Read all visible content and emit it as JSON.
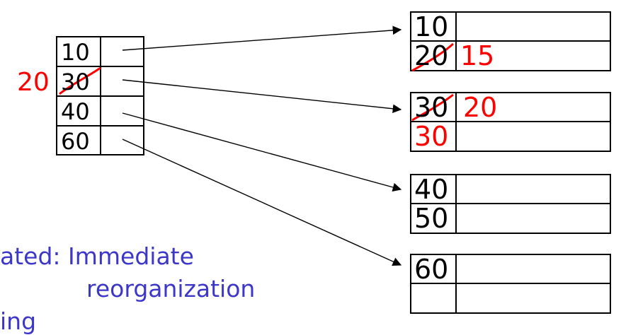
{
  "colors": {
    "ink": "#000000",
    "edit": "#ff0000",
    "caption": "#3c37c8"
  },
  "index": {
    "keys": [
      "10",
      "30",
      "40",
      "60"
    ],
    "replacement_key": "20"
  },
  "blocks": [
    {
      "records": [
        "10",
        "20"
      ],
      "annotations": [
        "15"
      ]
    },
    {
      "records": [
        "30",
        ""
      ],
      "annotations": [
        "20",
        "30"
      ]
    },
    {
      "records": [
        "40",
        "50"
      ],
      "annotations": []
    },
    {
      "records": [
        "60",
        ""
      ],
      "annotations": []
    }
  ],
  "caption": {
    "line1": "ated: Immediate",
    "line2": "reorganization",
    "line3": "ing"
  }
}
